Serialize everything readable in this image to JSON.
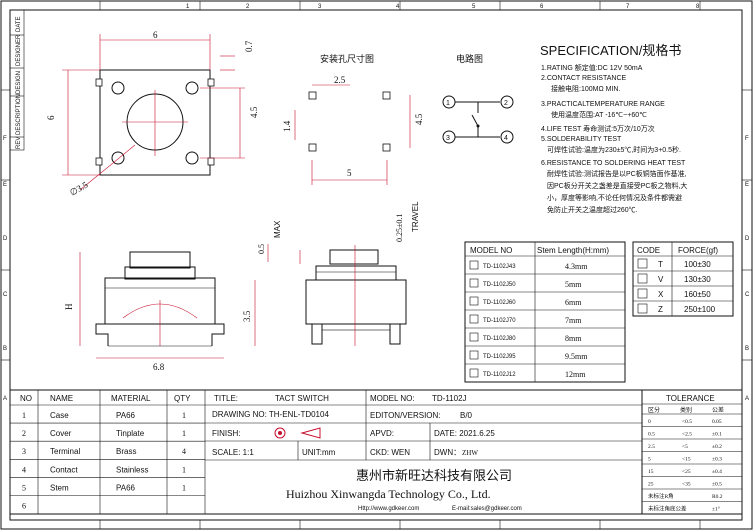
{
  "drawing": {
    "column_markers": [
      "1",
      "2",
      "3",
      "4",
      "5",
      "6",
      "7",
      "8"
    ],
    "row_markers": [
      "F",
      "E",
      "D",
      "C",
      "B",
      "A"
    ],
    "revision_labels": [
      "DATE",
      "DESIGNER",
      "DESIGN",
      "DESCRIPTION",
      "REV"
    ],
    "top_view": {
      "width": "6",
      "height": "6",
      "offset": "0.7",
      "spacing": "4.5",
      "hole": "∅3.5"
    },
    "pcb_layout": {
      "title": "安装孔尺寸图",
      "dim_top": "2.5",
      "dim_side": "4.5",
      "dim_left": "1.4",
      "dim_bottom": "5"
    },
    "circuit": {
      "title": "电路图",
      "pins": [
        "1",
        "2",
        "3",
        "4"
      ]
    },
    "front_view": {
      "label_h": "H",
      "label_35": "3.5",
      "label_68": "6.8",
      "label_05": "0.5",
      "label_max": "MAX"
    },
    "side_view": {
      "label_travel_value": "0.25±0.1",
      "label_travel": "TRAVEL"
    }
  },
  "spec": {
    "title": "SPECIFICATION/规格书",
    "lines": [
      "1.RATING  额定值:DC 12V 50mA",
      "2.CONTACT RESISTANCE",
      "接触电阻:100MΩ MIN.",
      "3.PRACTICALTEMPERATURE RANGE",
      "使用温度范围:AT -16℃~+60℃",
      "4.LIFE TEST  寿命测试:5万次/10万次",
      "5.SOLDERABILITY TEST",
      "可焊性试验:温度为230±5℃,时间为3+0.5秒.",
      "6.RESISTANCE TO SOLDERING HEAT TEST",
      "耐焊性试验:测试报告是以PC板铜箔面作基准,",
      "因PC板分开关之盏差是直接受PC板之物料,大",
      "小，厚度等影响,不论任何情况及条件都需避",
      "免防止开关之温度超过260℃."
    ]
  },
  "model_table": {
    "headers": [
      "MODEL NO",
      "Stem Length(H:mm)"
    ],
    "rows": [
      [
        "TD-1102J43",
        "4.3mm"
      ],
      [
        "TD-1102J50",
        "5mm"
      ],
      [
        "TD-1102J60",
        "6mm"
      ],
      [
        "TD-1102J70",
        "7mm"
      ],
      [
        "TD-1102J80",
        "8mm"
      ],
      [
        "TD-1102J95",
        "9.5mm"
      ],
      [
        "TD-1102J12",
        "12mm"
      ]
    ]
  },
  "force_table": {
    "headers": [
      "CODE",
      "FORCE(gf)"
    ],
    "rows": [
      [
        "T",
        "100±30"
      ],
      [
        "V",
        "130±30"
      ],
      [
        "X",
        "160±50"
      ],
      [
        "Z",
        "250±100"
      ]
    ]
  },
  "bom": {
    "headers": [
      "NO",
      "NAME",
      "MATERIAL",
      "QTY"
    ],
    "rows": [
      [
        "1",
        "Case",
        "PA66",
        "1"
      ],
      [
        "2",
        "Cover",
        "Tinplate",
        "1"
      ],
      [
        "3",
        "Terminal",
        "Brass",
        "4"
      ],
      [
        "4",
        "Contact",
        "Stainless",
        "1"
      ],
      [
        "5",
        "Stem",
        "PA66",
        "1"
      ],
      [
        "6",
        "",
        "",
        ""
      ]
    ]
  },
  "title_block": {
    "title_label": "TITLE:",
    "title_value": "TACT SWITCH",
    "model_label": "MODEL NO:",
    "model_value": "TD-1102J",
    "drawing_no": "DRAWING NO: TH-ENL-TD0104",
    "edition_label": "EDITON/VERSION:",
    "edition_value": "B/0",
    "finish": "FINISH:",
    "apvd": "APVD:",
    "date": "DATE: 2021.6.25",
    "scale": "SCALE: 1:1",
    "unit": "UNIT:mm",
    "ckd": "CKD: WEN",
    "dwn_label": "DWN：",
    "dwn_value": "ZHW",
    "company_cn": "惠州市新旺达科技有限公司",
    "company_en": "Huizhou Xinwangda Technology Co., Ltd.",
    "http": "Http://www.gdkeer.com",
    "email": "E-mail:sales@gdkeer.com"
  },
  "tolerance": {
    "title": "TOLERANCE",
    "headers": [
      "区分",
      "类别",
      "公差"
    ],
    "rows": [
      [
        "0",
        "<0.5",
        "0.05"
      ],
      [
        "0.5",
        "<2.5",
        "±0.1"
      ],
      [
        "2.5",
        "<5",
        "±0.2"
      ],
      [
        "5",
        "<15",
        "±0.3"
      ],
      [
        "15",
        "<25",
        "±0.4"
      ],
      [
        "25",
        "<35",
        "±0.5"
      ],
      [
        "未标注R角",
        "",
        "R0.2"
      ],
      [
        "未标注角底公差",
        "",
        "±1°"
      ]
    ]
  }
}
